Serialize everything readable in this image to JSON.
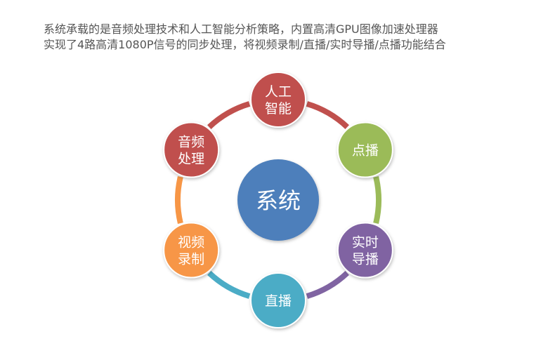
{
  "intro": {
    "line1": "系统承载的是音频处理技术和人工智能分析策略，内置高清GPU图像加速处理器",
    "line2": "实现了4路高清1080P信号的同步处理，将视频录制/直播/实时导播/点播功能结合"
  },
  "diagram": {
    "center": {
      "label": "系统",
      "color": "#4e7fbb"
    },
    "nodes": [
      {
        "id": "ai",
        "lines": [
          "人工",
          "智能"
        ],
        "color": "#c0504d"
      },
      {
        "id": "vod",
        "lines": [
          "点播"
        ],
        "color": "#9bbb59"
      },
      {
        "id": "directing",
        "lines": [
          "实时",
          "导播"
        ],
        "color": "#8064a2"
      },
      {
        "id": "live",
        "lines": [
          "直播"
        ],
        "color": "#4bacc6"
      },
      {
        "id": "recording",
        "lines": [
          "视频",
          "录制"
        ],
        "color": "#f79646"
      },
      {
        "id": "audio",
        "lines": [
          "音频",
          "处理"
        ],
        "color": "#c0504d"
      }
    ]
  }
}
